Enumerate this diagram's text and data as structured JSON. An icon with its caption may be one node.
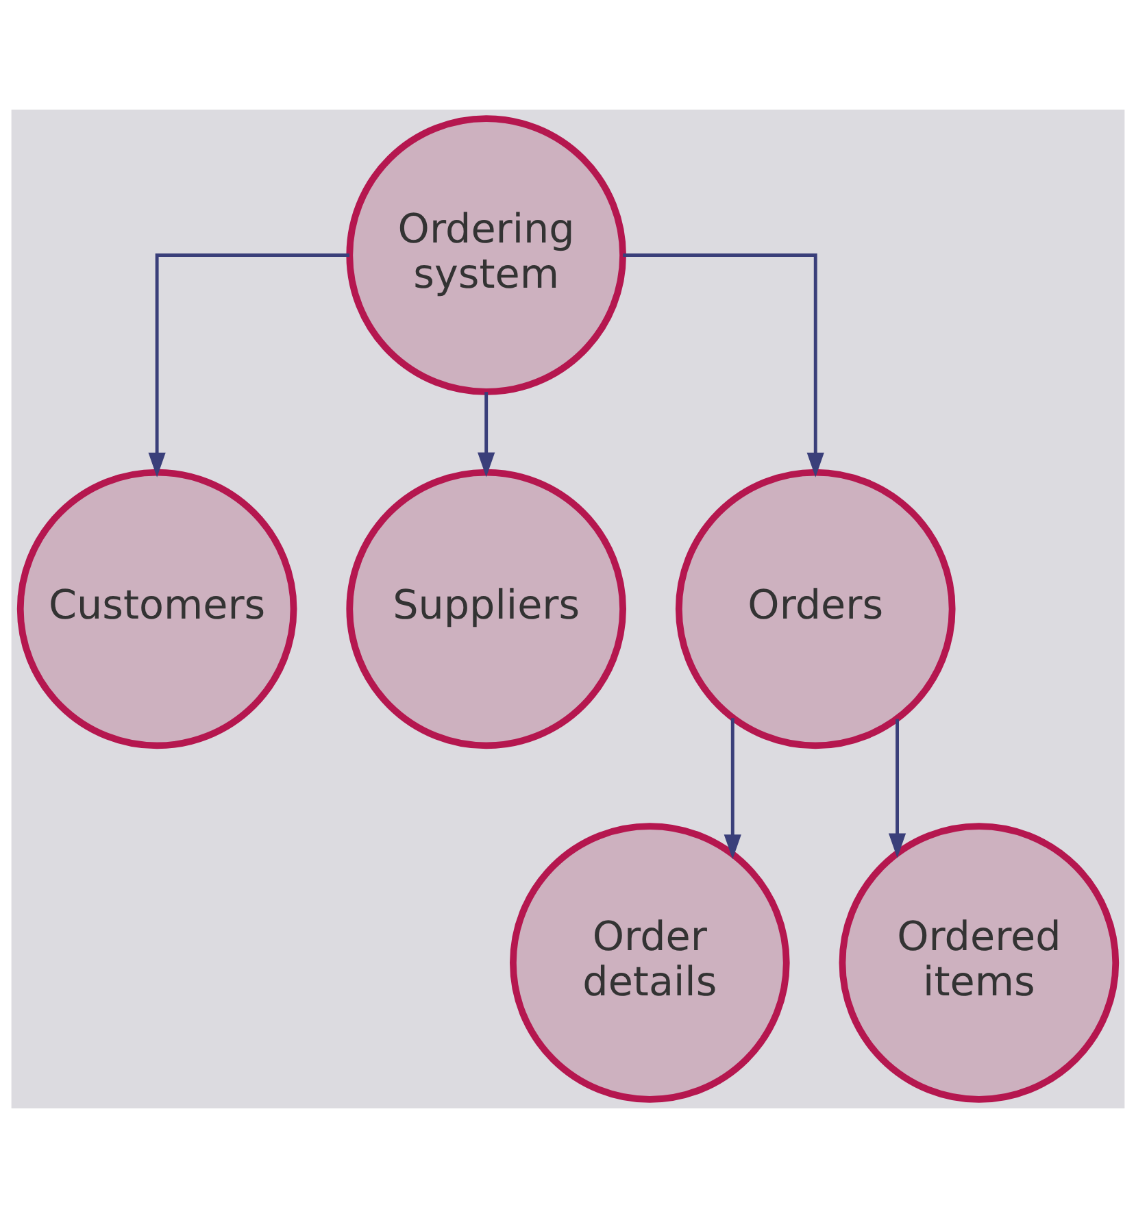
{
  "diagram": {
    "nodes": [
      {
        "text": [
          "Ordering system"
        ]
      },
      {
        "text": [
          "Customers"
        ]
      },
      {
        "text": [
          "Suppliers"
        ]
      },
      {
        "text": [
          "Orders"
        ]
      },
      {
        "text": [
          "Order details"
        ]
      },
      {
        "text": [
          "Ordered items"
        ]
      }
    ],
    "edges": [
      {
        "from": 0,
        "to": 1,
        "arrow": "to"
      },
      {
        "from": 0,
        "to": 2,
        "arrow": "to"
      },
      {
        "from": 0,
        "to": 3,
        "arrow": "to"
      },
      {
        "from": 3,
        "to": 4,
        "arrow": "to"
      },
      {
        "from": 3,
        "to": 5,
        "arrow": "to"
      }
    ]
  }
}
